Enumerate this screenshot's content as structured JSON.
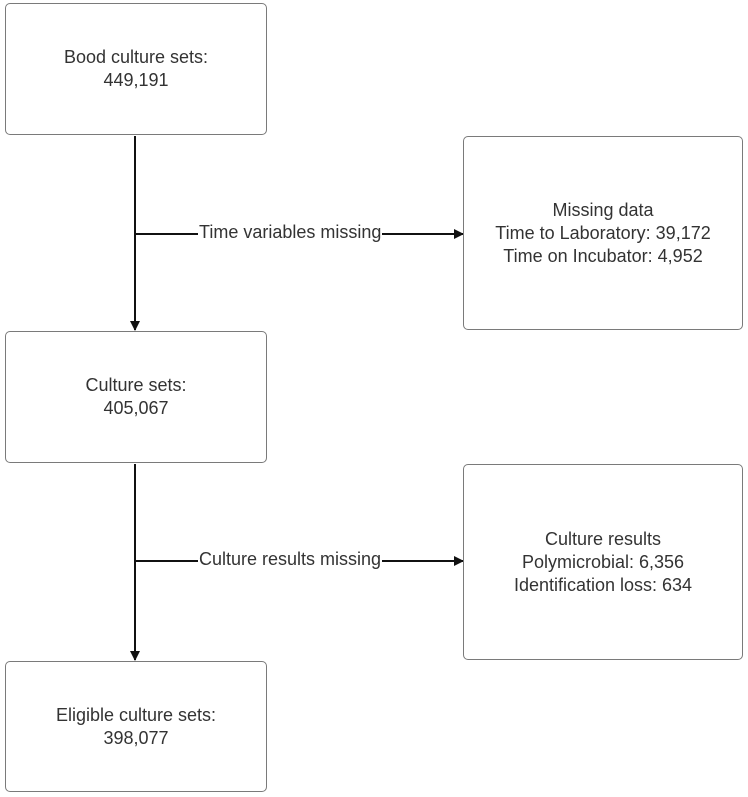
{
  "nodes": {
    "blood_culture_sets": {
      "line1": "Bood culture sets:",
      "line2": "449,191"
    },
    "culture_sets": {
      "line1": "Culture sets:",
      "line2": "405,067"
    },
    "eligible_culture_sets": {
      "line1": "Eligible culture sets:",
      "line2": "398,077"
    },
    "missing_data": {
      "line1": "Missing data",
      "line2": "Time to Laboratory: 39,172",
      "line3": "Time on Incubator: 4,952"
    },
    "culture_results": {
      "line1": "Culture results",
      "line2": "Polymicrobial: 6,356",
      "line3": "Identification loss: 634"
    }
  },
  "edges": {
    "time_missing_label": "Time variables missing",
    "culture_missing_label": "Culture results missing"
  },
  "colors": {
    "line": "#111111",
    "box_border": "#7a7a7a",
    "text": "#333333"
  }
}
